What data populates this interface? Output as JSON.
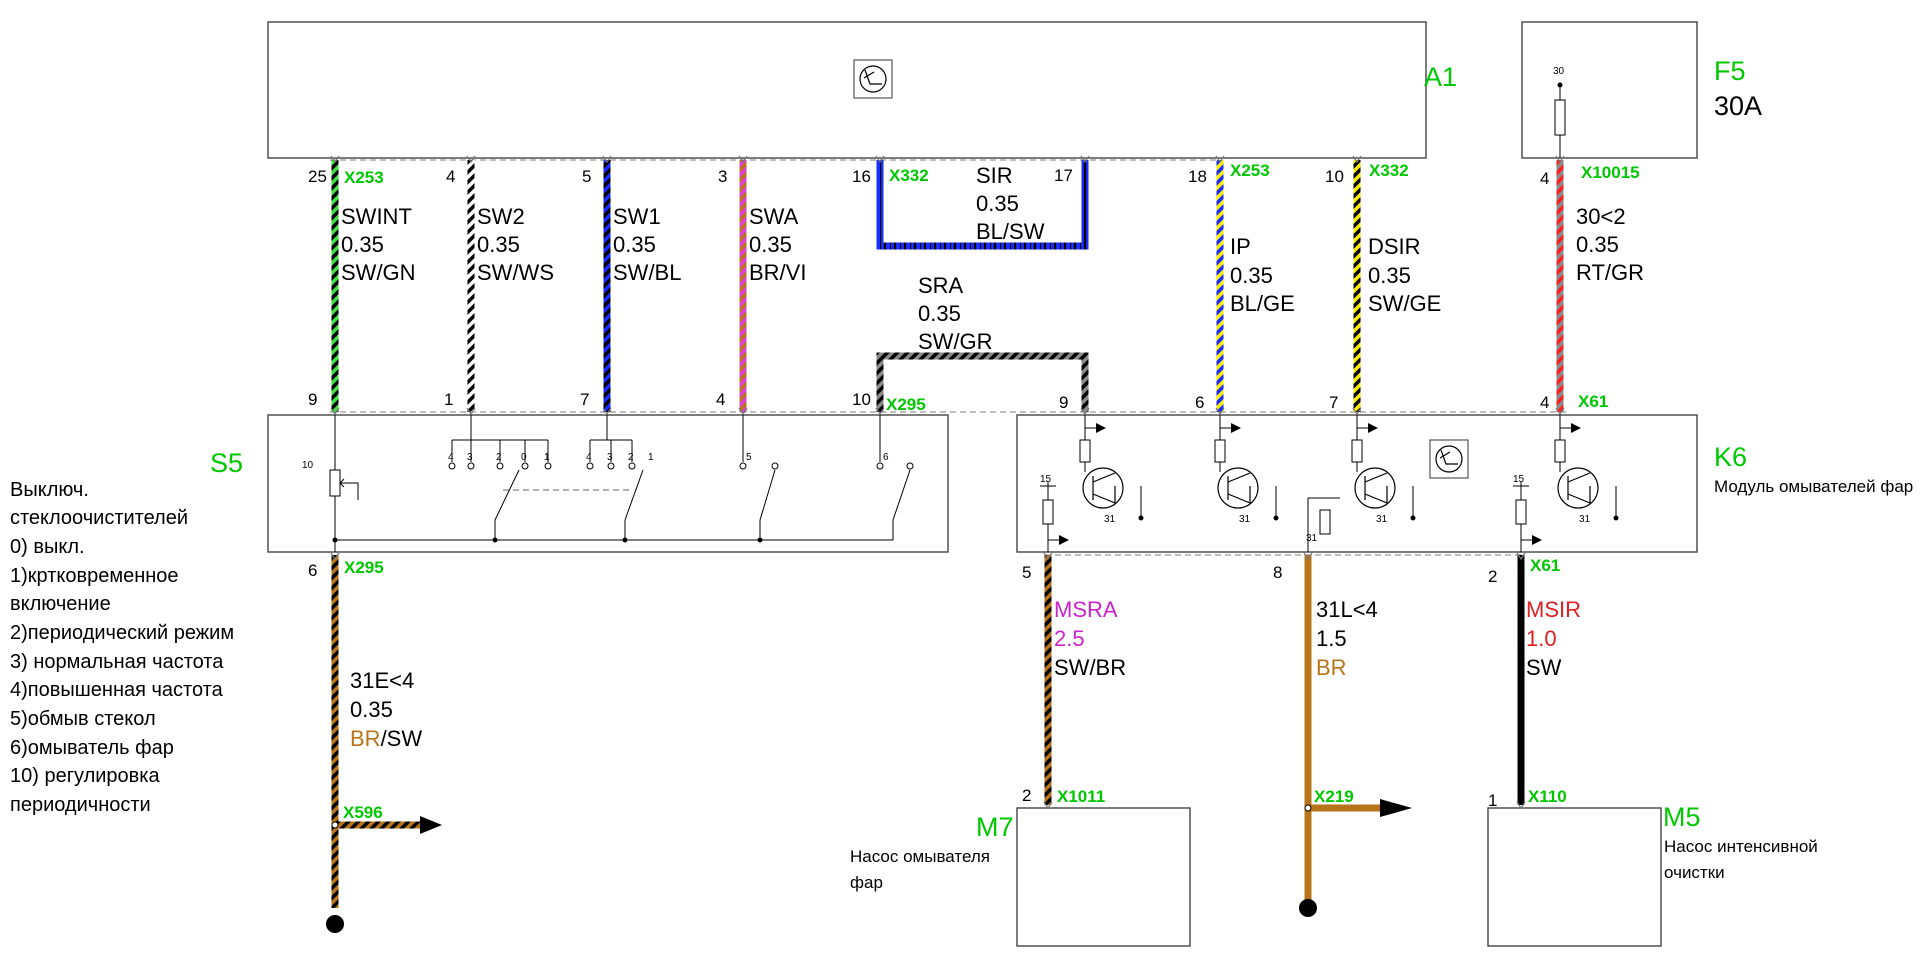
{
  "components": {
    "a1": {
      "name": "A1"
    },
    "f5": {
      "name": "F5",
      "rating": "30A",
      "pin_label": "30"
    },
    "s5": {
      "name": "S5"
    },
    "k6": {
      "name": "K6",
      "description": "Модуль омывателей фар"
    },
    "m7": {
      "name": "M7",
      "description_lines": [
        "Насос омывателя",
        "фар"
      ]
    },
    "m5": {
      "name": "M5",
      "description_lines": [
        "Насос интенсивной",
        "очистки"
      ]
    }
  },
  "legend": {
    "lines": [
      "Выключ.",
      "стеклоочистителей",
      "0) выкл.",
      "1)кртковременное",
      "включение",
      "2)периодический режим",
      "3) нормальная частота",
      "4)повышенная частота",
      "5)обмыв стекол",
      "6)омыватель фар",
      "10) регулировка",
      "периодичности"
    ]
  },
  "wires": [
    {
      "id": "swint",
      "signal": "SWINT",
      "gauge": "0.35",
      "color_code": "SW/GN",
      "colors": [
        "#000000",
        "#44dd44"
      ],
      "top_pin": "25",
      "top_connector": "X253",
      "bottom_pin": "9"
    },
    {
      "id": "sw2",
      "signal": "SW2",
      "gauge": "0.35",
      "color_code": "SW/WS",
      "colors": [
        "#000000",
        "#ffffff"
      ],
      "top_pin": "4",
      "bottom_pin": "1"
    },
    {
      "id": "sw1",
      "signal": "SW1",
      "gauge": "0.35",
      "color_code": "SW/BL",
      "colors": [
        "#000000",
        "#1a2cff"
      ],
      "top_pin": "5",
      "bottom_pin": "7"
    },
    {
      "id": "swa",
      "signal": "SWA",
      "gauge": "0.35",
      "color_code": "BR/VI",
      "colors": [
        "#b8741a",
        "#e040d8"
      ],
      "top_pin": "3",
      "bottom_pin": "4"
    },
    {
      "id": "sir",
      "signal": "SIR",
      "gauge": "0.35",
      "color_code": "BL/SW",
      "colors": [
        "#1a2cff",
        "#000000"
      ],
      "top_pin": "16",
      "top_connector": "X332",
      "end_pin": "17"
    },
    {
      "id": "sra",
      "signal": "SRA",
      "gauge": "0.35",
      "color_code": "SW/GR",
      "colors": [
        "#000000",
        "#8a8a8a"
      ],
      "top_pin": "10",
      "top_connector": "X295",
      "bottom_pin": "9"
    },
    {
      "id": "ip",
      "signal": "IP",
      "gauge": "0.35",
      "color_code": "BL/GE",
      "colors": [
        "#1a2cff",
        "#ffee00"
      ],
      "top_pin": "18",
      "top_connector": "X253",
      "bottom_pin": "6"
    },
    {
      "id": "dsir",
      "signal": "DSIR",
      "gauge": "0.35",
      "color_code": "SW/GE",
      "colors": [
        "#000000",
        "#ffee00"
      ],
      "top_pin": "10",
      "top_connector": "X332",
      "bottom_pin": "7"
    },
    {
      "id": "p30",
      "signal": "30<2",
      "gauge": "0.35",
      "color_code": "RT/GR",
      "colors": [
        "#ff2020",
        "#8a8a8a"
      ],
      "top_pin": "4",
      "top_connector": "X10015",
      "bottom_pin": "4",
      "bottom_connector": "X61"
    },
    {
      "id": "e31",
      "signal": "31E<4",
      "gauge": "0.35",
      "color_code_primary": "BR",
      "color_code_secondary": "/SW",
      "colors": [
        "#b8741a",
        "#000000"
      ],
      "top_pin": "6",
      "top_connector": "X295",
      "end_connector": "X596"
    },
    {
      "id": "msra",
      "signal": "MSRA",
      "gauge": "2.5",
      "color_code": "SW/BR",
      "colors": [
        "#000000",
        "#b8741a"
      ],
      "top_pin": "5",
      "bottom_pin": "2",
      "bottom_connector": "X1011"
    },
    {
      "id": "l31",
      "signal": "31L<4",
      "gauge": "1.5",
      "color_code": "BR",
      "colors": [
        "#b8741a"
      ],
      "top_pin": "8",
      "end_connector": "X219"
    },
    {
      "id": "msir",
      "signal": "MSIR",
      "gauge": "1.0",
      "color_code": "SW",
      "colors": [
        "#000000"
      ],
      "top_pin": "2",
      "top_connector": "X61",
      "bottom_pin": "1",
      "bottom_connector": "X110"
    }
  ],
  "s5_switch_positions": {
    "group1": [
      "4",
      "3",
      "2",
      "0",
      "1"
    ],
    "group2": [
      "4",
      "3",
      "2",
      "1"
    ],
    "washer": "5",
    "headlamp": "6",
    "interval": "10"
  },
  "k6_internal_labels": {
    "supply": "15",
    "ground": "31"
  },
  "colors": {
    "connector_label": "#00c800",
    "msra_label": "#cc22cc",
    "msir_label": "#dd2020",
    "brown_label": "#b8741a"
  }
}
